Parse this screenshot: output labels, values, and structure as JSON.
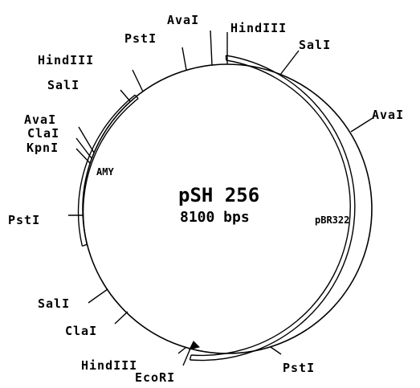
{
  "plasmid": {
    "name": "pSH 256",
    "size_label": "8100 bps"
  },
  "sites": [
    {
      "id": "ava1-top",
      "label": "AvaI"
    },
    {
      "id": "hind3-top",
      "label": "HindIII"
    },
    {
      "id": "sal1-topright",
      "label": "SalI"
    },
    {
      "id": "ava1-right",
      "label": "AvaI"
    },
    {
      "id": "pst1-bottomright",
      "label": "PstI"
    },
    {
      "id": "ecor1",
      "label": "EcoRI"
    },
    {
      "id": "hind3-bottom",
      "label": "HindIII"
    },
    {
      "id": "cla1-bottom",
      "label": "ClaI"
    },
    {
      "id": "sal1-bottomleft",
      "label": "SalI"
    },
    {
      "id": "pst1-left",
      "label": "PstI"
    },
    {
      "id": "kpn1",
      "label": "KpnI"
    },
    {
      "id": "cla1-left",
      "label": "ClaI"
    },
    {
      "id": "ava1-left",
      "label": "AvaI"
    },
    {
      "id": "sal1-upperleft",
      "label": "SalI"
    },
    {
      "id": "hind3-upperleft",
      "label": "HindIII"
    },
    {
      "id": "pst1-top",
      "label": "PstI"
    }
  ],
  "regions": [
    {
      "id": "amy",
      "label": "AMY"
    },
    {
      "id": "pbr322",
      "label": "pBR322"
    }
  ]
}
